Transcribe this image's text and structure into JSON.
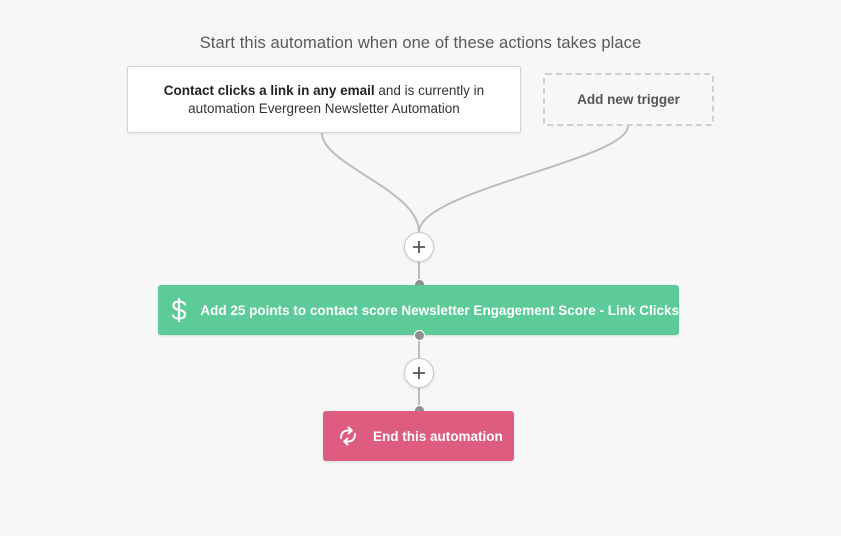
{
  "heading": "Start this automation when one of these actions takes place",
  "trigger": {
    "bold_text": "Contact clicks a link in any email",
    "rest_text": " and is currently in automation Evergreen Newsletter Automation"
  },
  "add_trigger": {
    "label": "Add new trigger"
  },
  "action": {
    "icon": "dollar-icon",
    "label": "Add 25 points to contact score Newsletter Engagement Score - Link Clicks",
    "color": "#5ccb97"
  },
  "end": {
    "icon": "refresh-arrows-icon",
    "label": "End this automation",
    "color": "#dd5c80"
  }
}
